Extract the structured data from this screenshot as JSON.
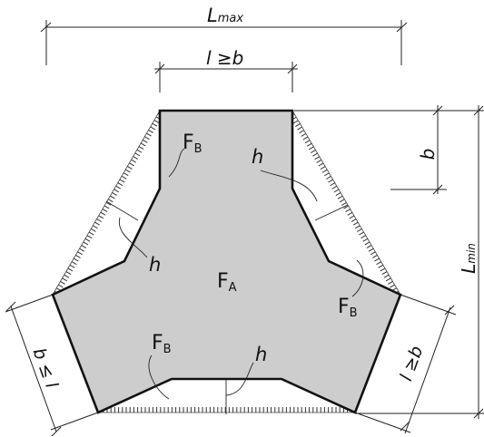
{
  "labels": {
    "l_max": "L",
    "l_max_sub": "max",
    "l_min": "L",
    "l_min_sub": "min",
    "l_ge_b_top": "l ≥b",
    "l_ge_b_right": "l ≥b",
    "b_le_l_left": "b ≤ l",
    "b_right": "b",
    "f_a": "F",
    "f_a_sub": "A",
    "f_b": "F",
    "f_b_sub": "B",
    "h": "h"
  },
  "colors": {
    "fill": "#cdcdcd",
    "stroke": "#111111"
  }
}
